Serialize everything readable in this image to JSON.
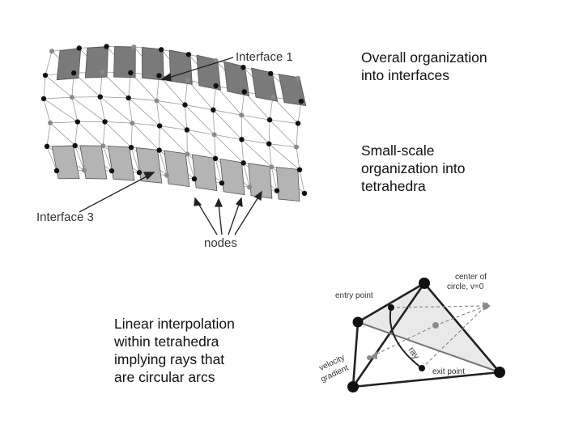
{
  "captions": {
    "overall": "Overall organization\ninto interfaces",
    "small_scale": "Small-scale\norganization into\ntetrahedra",
    "linear": "Linear interpolation\nwithin tetrahedra\nimplying rays that\nare circular arcs"
  },
  "mesh_diagram": {
    "interface_1_label": "Interface 1",
    "interface_3_label": "Interface 3",
    "nodes_label": "nodes"
  },
  "tetra_diagram": {
    "entry_point_label": "entry point",
    "center_label_line1": "center of",
    "center_label_line2": "circle, v=0",
    "ray_label": "ray",
    "velocity_label_line1": "velocity",
    "velocity_label_line2": "gradient",
    "exit_point_label": "exit point"
  },
  "colors": {
    "panel_dark": "#7a7a7a",
    "panel_light": "#b4b4b4",
    "tetra_fill": "#e9e9e9",
    "node_dark": "#111111",
    "node_grey": "#8a8a8a"
  }
}
